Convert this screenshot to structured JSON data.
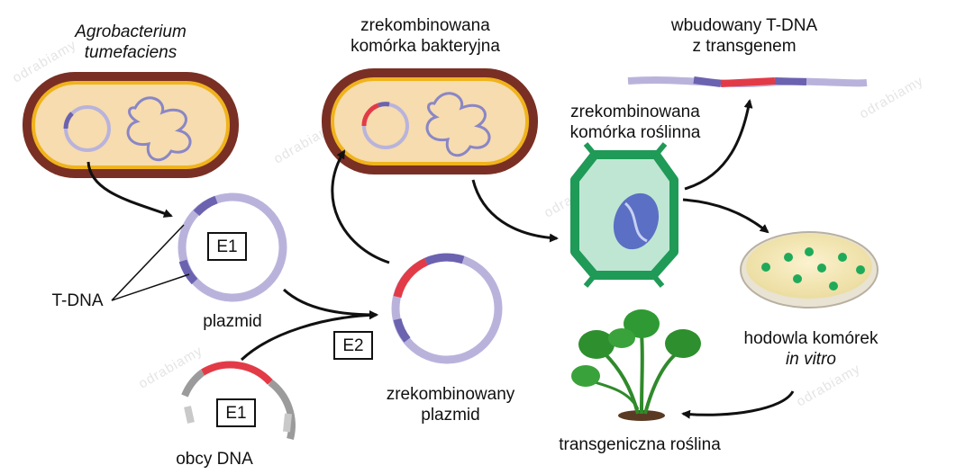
{
  "labels": {
    "agrobacterium_line1": "Agrobacterium",
    "agrobacterium_line2": "tumefaciens",
    "recomb_bacterium_line1": "zrekombinowana",
    "recomb_bacterium_line2": "komórka bakteryjna",
    "tdna_inserted_line1": "wbudowany T-DNA",
    "tdna_inserted_line2": "z transgenem",
    "recomb_plant_cell_line1": "zrekombinowana",
    "recomb_plant_cell_line2": "komórka roślinna",
    "tdna": "T-DNA",
    "plasmid": "plazmid",
    "foreign_dna": "obcy DNA",
    "recomb_plasmid_line1": "zrekombinowany",
    "recomb_plasmid_line2": "plazmid",
    "culture_line1": "hodowla komórek",
    "culture_line2": "in vitro",
    "transgenic_plant": "transgeniczna roślina"
  },
  "enzyme_boxes": {
    "e1_plasmid": "E1",
    "e2": "E2",
    "e1_foreign": "E1"
  },
  "watermark": "odrabiamy",
  "colors": {
    "plasmid": "#b9b3dc",
    "tdna_segment": "#6b62b0",
    "transgene": "#e23b47",
    "bacterium_shell": "#7a2f24",
    "bacterium_rim": "#f0b31c",
    "bacterium_inside": "#f6dcae",
    "plant_cell_wall": "#1f9a57",
    "plant_cell_inside": "#bfe6d3",
    "nucleus": "#5b6fc4",
    "petri_medium": "#f5e7b4",
    "colony": "#1faa5a",
    "arrow": "#111111"
  }
}
